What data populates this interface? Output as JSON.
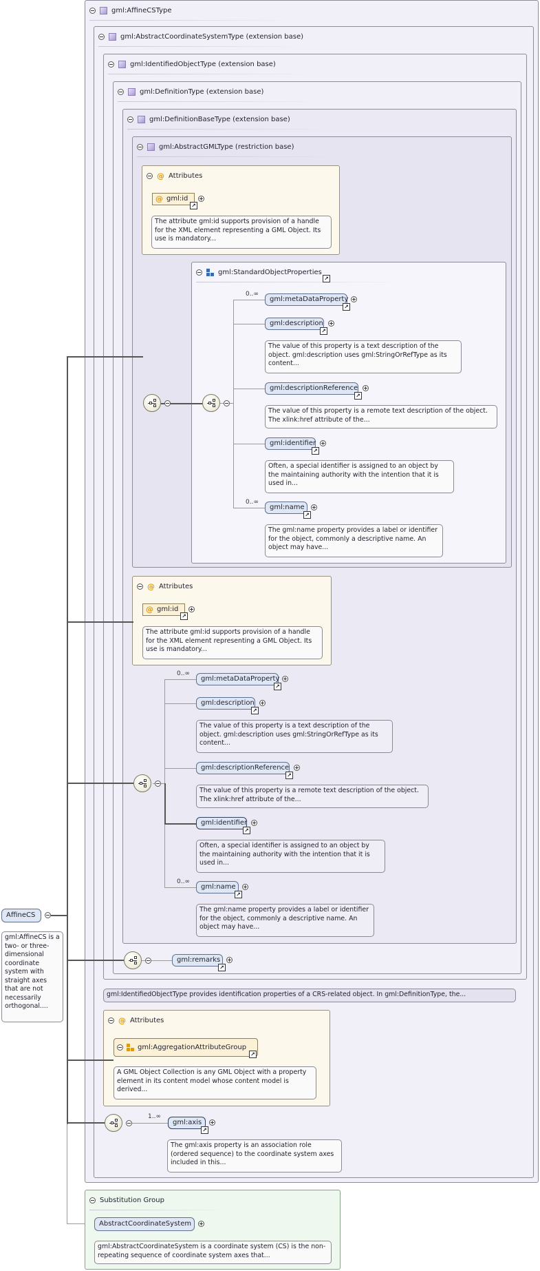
{
  "root": {
    "name": "AffineCS",
    "note": "gml:AffineCS is a two- or three-dimensional  coordinate system with straight axes that are not necessarily orthogonal...."
  },
  "types": {
    "affine": "gml:AffineCSType",
    "abstract_cs": "gml:AbstractCoordinateSystemType (extension base)",
    "identified": "gml:IdentifiedObjectType (extension base)",
    "definition": "gml:DefinitionType (extension base)",
    "definition_base": "gml:DefinitionBaseType (extension base)",
    "abstract_gml": "gml:AbstractGMLType (restriction base)"
  },
  "attributes_label": "Attributes",
  "attr_id": {
    "name": "gml:id",
    "note": "The attribute gml:id supports provision of a handle for the XML element representing a GML Object. Its use is mandatory..."
  },
  "std_props": "gml:StandardObjectProperties",
  "cardinality": {
    "zero_many": "0..∞",
    "one_many": "1..∞"
  },
  "elements": {
    "meta": "gml:metaDataProperty",
    "description": "gml:description",
    "description_note": "The value of this property is a text description of the object. gml:description uses gml:StringOrRefType as its content...",
    "desc_ref": "gml:descriptionReference",
    "desc_ref_note": "The value of this property is a remote text description of the object. The xlink:href attribute of the...",
    "identifier": "gml:identifier",
    "identifier_note": "Often, a special identifier is assigned to an object by the maintaining authority with the intention that it is used in...",
    "name": "gml:name",
    "name_note": "The gml:name property provides a label or identifier for the object, commonly a descriptive name. An object may have...",
    "remarks": "gml:remarks",
    "axis": "gml:axis",
    "axis_note": "The gml:axis property is an association role (ordered sequence) to the coordinate system axes included in this..."
  },
  "identified_note": "gml:IdentifiedObjectType provides identification properties of a CRS-related object. In gml:DefinitionType, the...",
  "aggregation": {
    "name": "gml:AggregationAttributeGroup",
    "note": "A GML Object Collection is any GML Object with a property element in its content model whose content model is derived..."
  },
  "substitution": {
    "title": "Substitution Group",
    "name": "AbstractCoordinateSystem",
    "note": "gml:AbstractCoordinateSystem is a coordinate system (CS) is the non-repeating sequence of coordinate system axes that..."
  }
}
